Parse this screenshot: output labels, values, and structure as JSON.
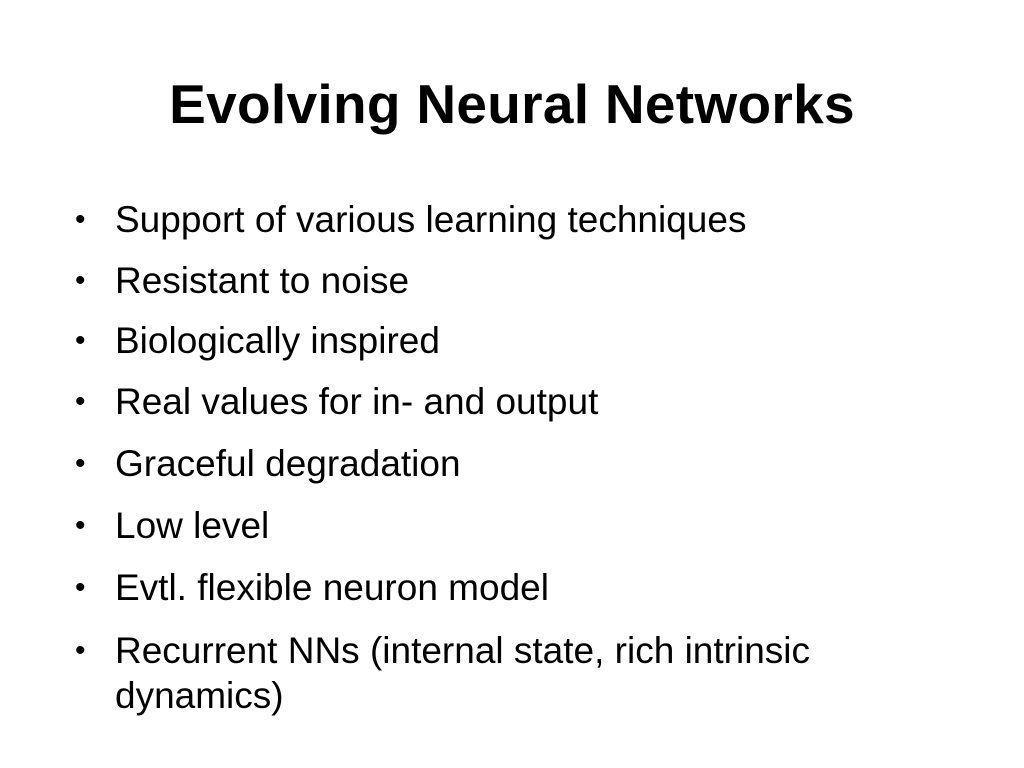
{
  "slide": {
    "title": "Evolving Neural Networks",
    "bullet_symbol": "•",
    "bullets": [
      "Support of various learning techniques",
      "Resistant to noise",
      "Biologically inspired",
      "Real values for in- and output",
      "Graceful degradation",
      "Low level",
      "Evtl. flexible neuron model",
      "Recurrent NNs (internal state, rich intrinsic dynamics)"
    ]
  }
}
